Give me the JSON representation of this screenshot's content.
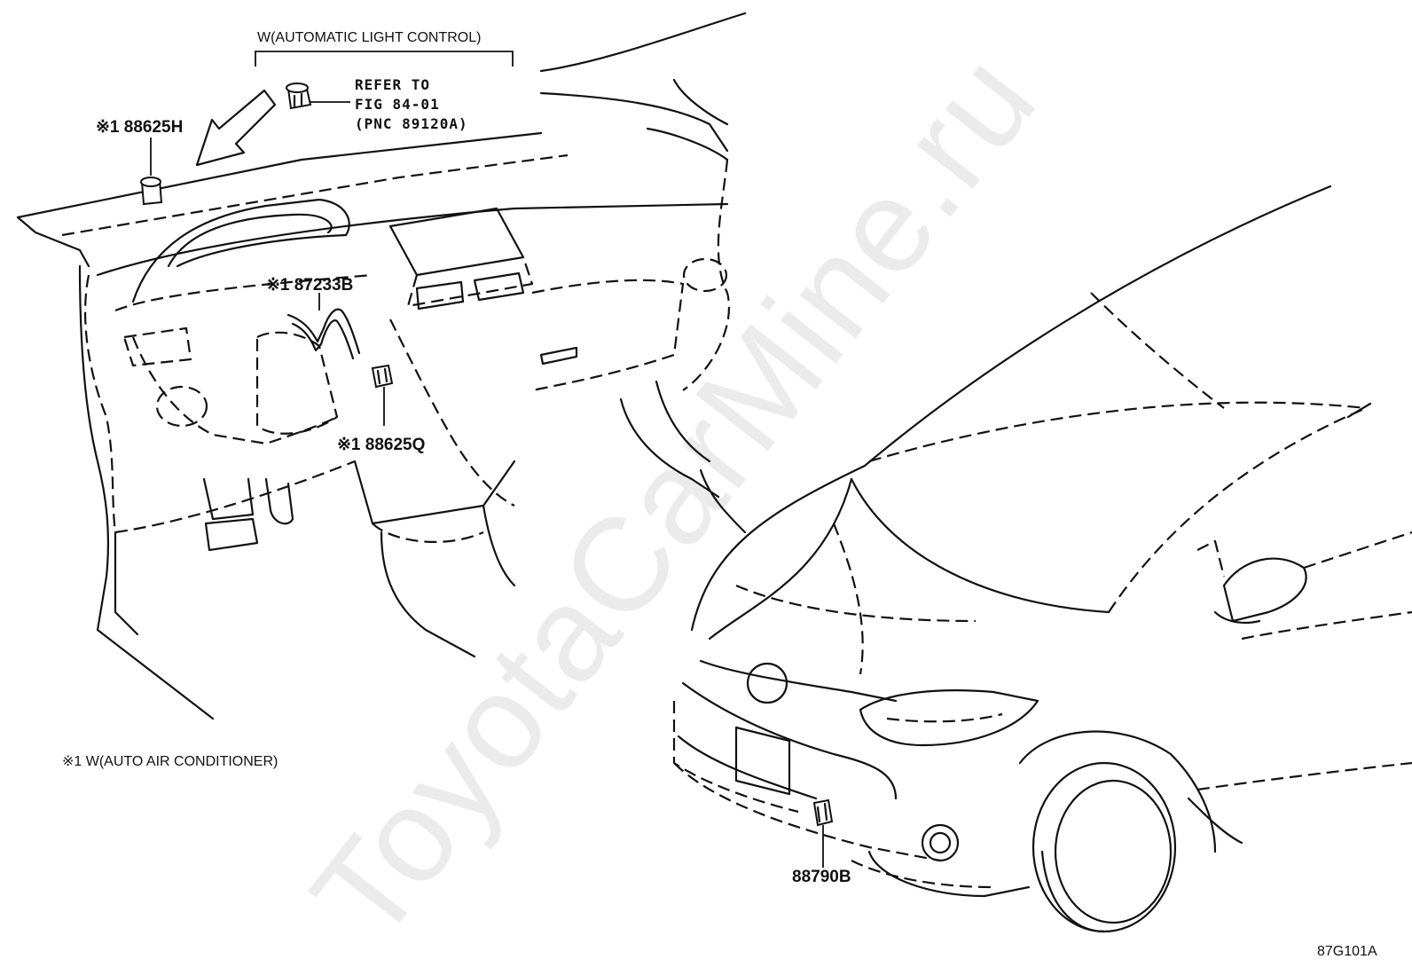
{
  "watermark": "ToyotaCarMine.ru",
  "labels": {
    "auto_light_group": "W(AUTOMATIC LIGHT CONTROL)",
    "refer_line1": "REFER TO",
    "refer_line2": "FIG 84-01",
    "refer_line3": "(PNC 89120A)",
    "part_88625h": "※1 88625H",
    "part_87233b": "※1 87233B",
    "part_88625q": "※1 88625Q",
    "part_88790b": "88790B",
    "footnote": "※1 W(AUTO AIR CONDITIONER)",
    "figure_code": "87G101A"
  }
}
